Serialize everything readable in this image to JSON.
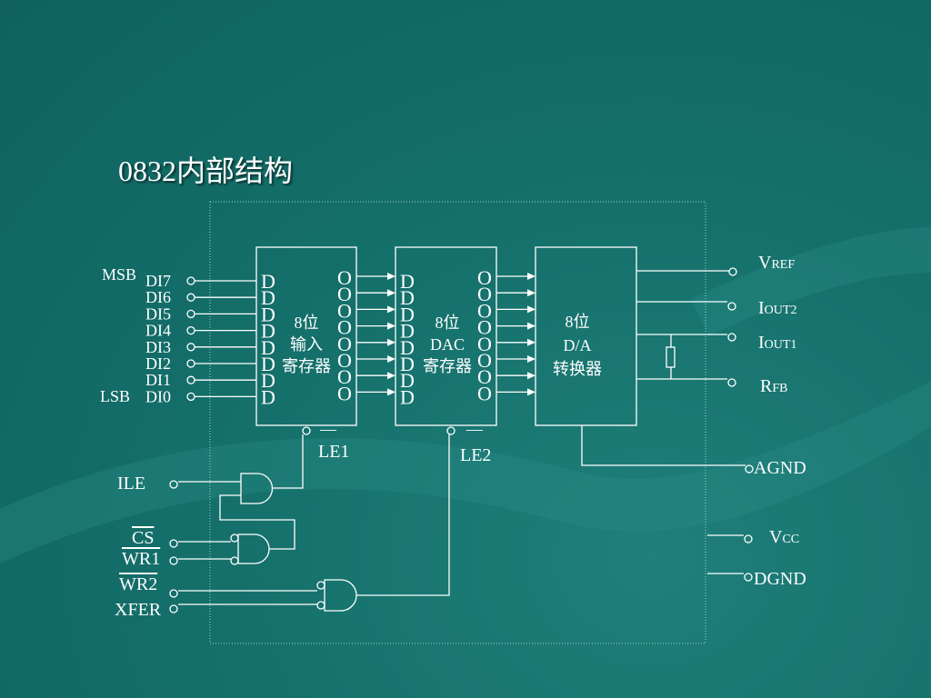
{
  "title": "0832内部结构",
  "inputs": {
    "msb": "MSB",
    "lsb": "LSB",
    "pins": [
      "DI7",
      "DI6",
      "DI5",
      "DI4",
      "DI3",
      "DI2",
      "DI1",
      "DI0"
    ]
  },
  "latch1": {
    "d": "D",
    "o": "O",
    "name_lines": [
      "8位",
      "输入",
      "寄存器"
    ]
  },
  "latch2": {
    "d": "D",
    "o": "O",
    "name_lines": [
      "8位",
      "DAC",
      "寄存器"
    ]
  },
  "converter": {
    "name_lines": [
      "8位",
      "D/A",
      "转换器"
    ]
  },
  "outputs": [
    {
      "main": "V",
      "sub": "REF"
    },
    {
      "main": "I",
      "sub": "OUT2"
    },
    {
      "main": "I",
      "sub": "OUT1"
    },
    {
      "main": "R",
      "sub": "FB"
    }
  ],
  "power": {
    "agnd": "AGND",
    "vcc_main": "V",
    "vcc_sub": "CC",
    "dgnd": "DGND"
  },
  "enables": {
    "le1_bar": "—",
    "le1": "LE1",
    "le2_bar": "—",
    "le2": "LE2"
  },
  "control": {
    "ile": "ILE",
    "cs": "CS",
    "wr1": "WR1",
    "wr2": "WR2",
    "xfer": "XFER"
  },
  "colors": {
    "background": "#15706b",
    "foreground": "#ffffff"
  }
}
